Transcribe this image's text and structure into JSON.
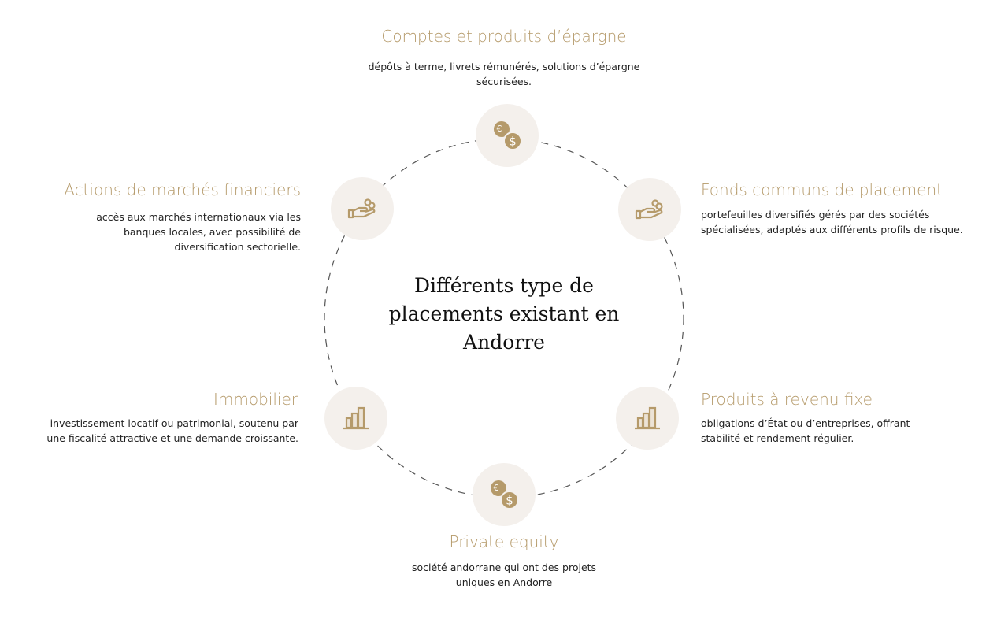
{
  "center_title": "Différents type de placements existant en Andorre",
  "items": [
    {
      "title": "Comptes et produits d’épargne",
      "desc": "dépôts à terme, livrets rémunérés, solutions d’épargne sécurisées.",
      "icon": "coins-icon"
    },
    {
      "title": "Fonds communs de placement",
      "desc": "portefeuilles diversifiés gérés par des sociétés spécialisées, adaptés aux différents profils de risque.",
      "icon": "hand-coins-icon"
    },
    {
      "title": "Produits à revenu fixe",
      "desc": "obligations d’État ou d’entreprises, offrant stabilité et rendement régulier.",
      "icon": "bar-chart-icon"
    },
    {
      "title": "Private equity",
      "desc": "société andorrane qui ont des projets uniques en Andorre",
      "icon": "coins-icon"
    },
    {
      "title": "Immobilier",
      "desc": "investissement locatif ou patrimonial, soutenu par une fiscalité attractive et une demande croissante.",
      "icon": "bar-chart-icon"
    },
    {
      "title": "Actions de marchés financiers",
      "desc": "accès aux marchés internationaux via les banques locales, avec possibilité de diversification sectorielle.",
      "icon": "hand-coins-icon"
    }
  ],
  "colors": {
    "accent": "#b59a6a",
    "node_bg": "#f4f0ec"
  }
}
